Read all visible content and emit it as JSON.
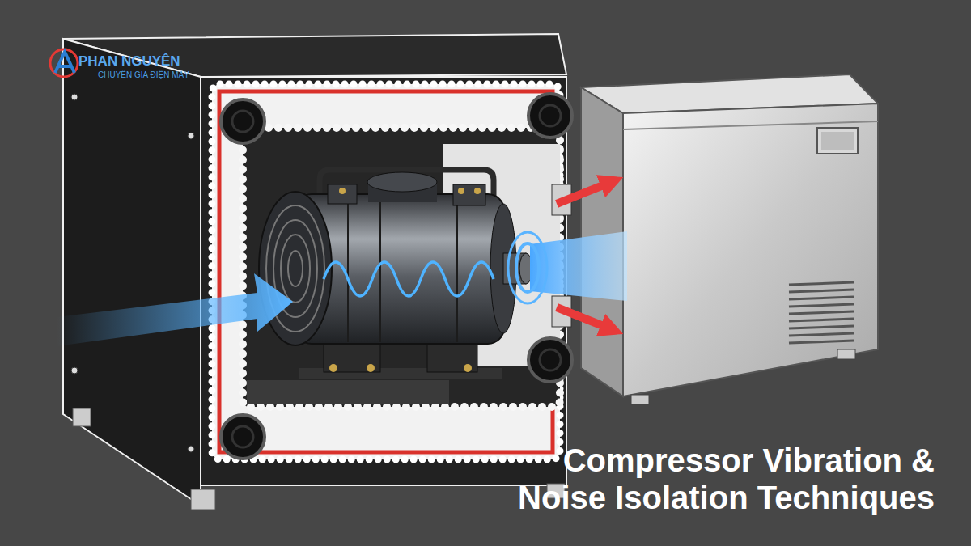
{
  "diagram": {
    "title": "Compressor Vibration & Noise Isolation Techniques",
    "labels": [
      "PHAN NGUYÊN",
      "CHUYÊN GIA ĐIỆN MÁY"
    ]
  }
}
